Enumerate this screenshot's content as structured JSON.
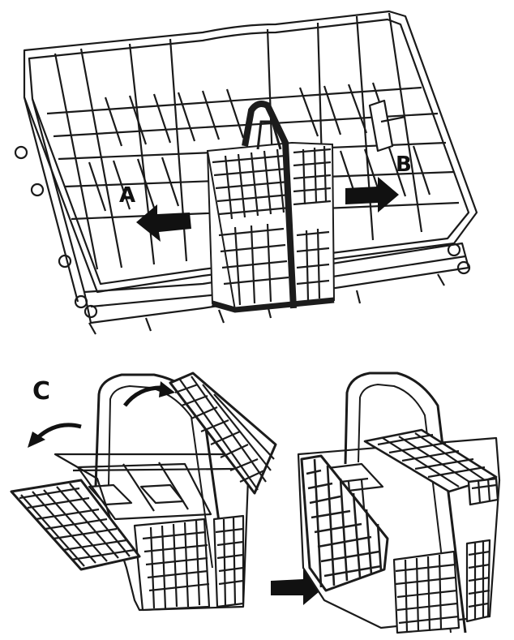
{
  "figure": {
    "callouts": {
      "a": "A",
      "b": "B",
      "c": "C"
    },
    "colors": {
      "line": "#1a1a1a",
      "fill": "#ffffff",
      "basket": "#1c1c1c"
    },
    "icons": {
      "arrow_left": "arrow-left-icon",
      "arrow_right": "arrow-right-icon",
      "arrow_curved_left": "curved-arrow-left-icon",
      "arrow_curved_right": "curved-arrow-right-icon",
      "arrow_next": "arrow-right-icon"
    }
  }
}
